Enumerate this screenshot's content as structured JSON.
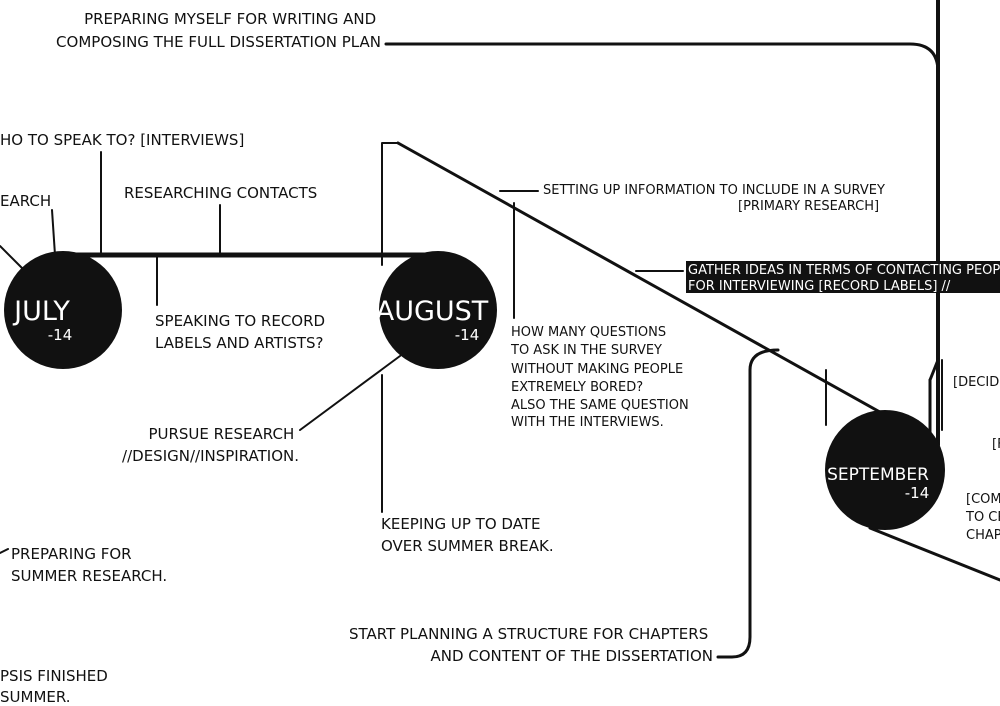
{
  "colors": {
    "ink": "#111111",
    "paper": "#ffffff"
  },
  "milestones": {
    "july": {
      "month": "JULY",
      "year": "-14"
    },
    "august": {
      "month": "AUGUST",
      "year": "-14"
    },
    "september": {
      "month": "SEPTEMBER",
      "year": "-14"
    }
  },
  "notes": {
    "preparing_writing": [
      "PREPARING MYSELF FOR WRITING AND",
      "COMPOSING THE FULL DISSERTATION PLAN"
    ],
    "who_to_speak": "HO TO SPEAK TO? [INTERVIEWS]",
    "research_cut": "EARCH",
    "researching_contacts": "RESEARCHING CONTACTS",
    "speaking_labels": [
      "SPEAKING TO RECORD",
      "LABELS AND ARTISTS?"
    ],
    "survey_setup": [
      "SETTING UP INFORMATION TO INCLUDE IN A SURVEY",
      "[PRIMARY RESEARCH]"
    ],
    "gather_ideas": [
      "GATHER IDEAS IN TERMS OF CONTACTING PEOPLE",
      "FOR INTERVIEWING [RECORD LABELS] //"
    ],
    "survey_questions": [
      "HOW MANY QUESTIONS",
      "TO ASK IN THE SURVEY",
      "WITHOUT MAKING PEOPLE",
      "EXTREMELY BORED?",
      "ALSO THE SAME QUESTION",
      "WITH THE INTERVIEWS."
    ],
    "pursue_research": [
      "PURSUE RESEARCH",
      "//DESIGN//INSPIRATION."
    ],
    "keeping_up": [
      "KEEPING UP TO DATE",
      "OVER SUMMER BREAK."
    ],
    "preparing_summer": [
      "PREPARING FOR",
      "SUMMER RESEARCH."
    ],
    "start_planning": [
      "START PLANNING A STRUCTURE FOR CHAPTERS",
      "AND CONTENT OF THE DISSERTATION"
    ],
    "synopsis": [
      "PSIS FINISHED",
      "SUMMER."
    ],
    "right_cut_1": "[DECID",
    "right_cut_2": "[F",
    "right_cut_3": [
      "[COM",
      "TO CR",
      "CHAP"
    ]
  }
}
